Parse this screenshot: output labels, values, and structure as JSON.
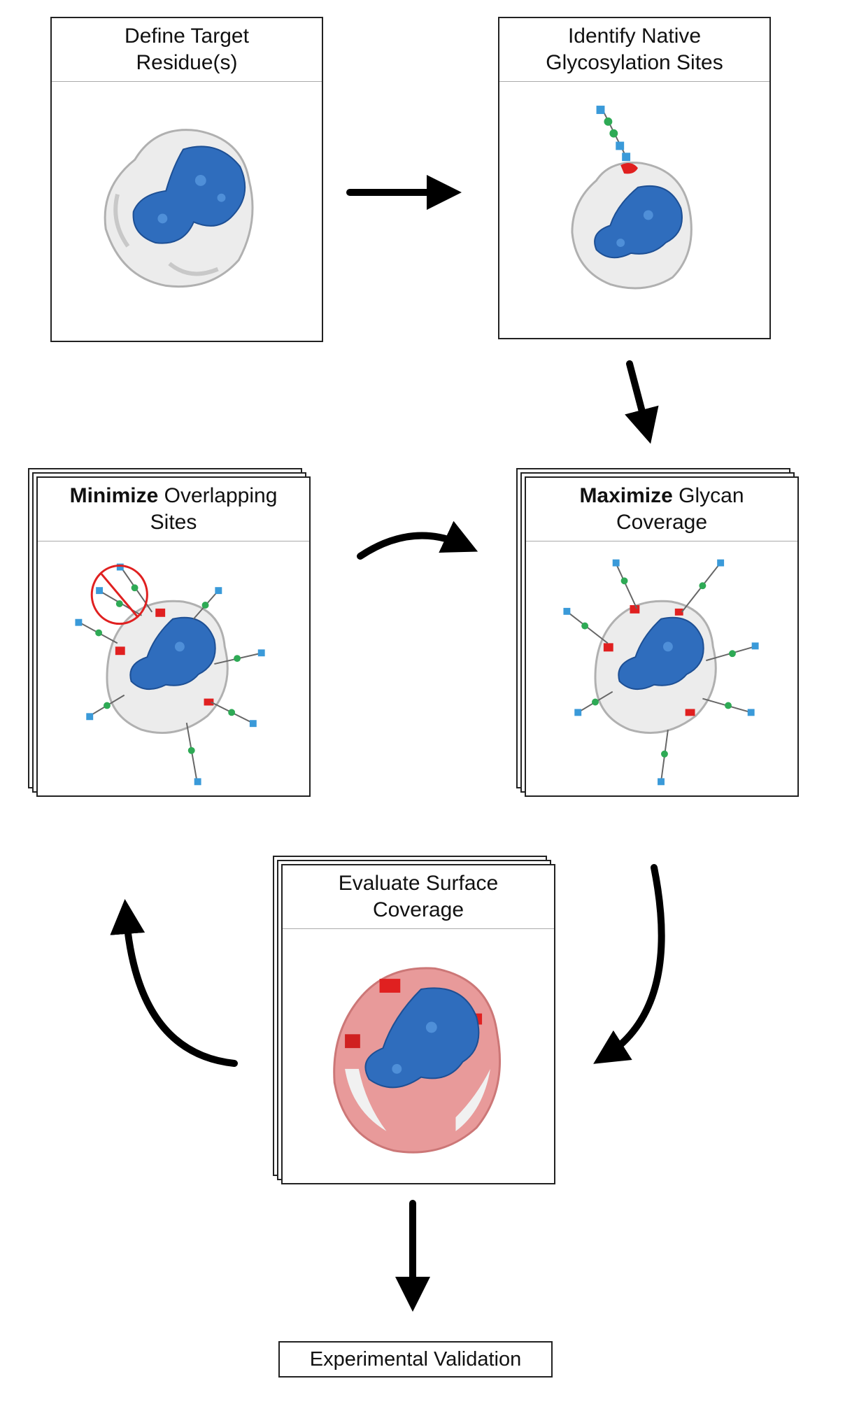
{
  "steps": [
    {
      "title": "Define Target Residue(s)"
    },
    {
      "title": "Identify Native Glycosylation Sites"
    },
    {
      "title_bold": "Minimize",
      "title_rest": " Overlapping Sites"
    },
    {
      "title_bold": "Maximize",
      "title_rest": " Glycan Coverage"
    },
    {
      "title": "Evaluate Surface Coverage"
    }
  ],
  "final_step": "Experimental Validation",
  "colors": {
    "target_patch": "#2f6dbd",
    "surface": "#eeeeee",
    "glycan_site": "#e02020",
    "glycan_sugar_blue": "#3a9ad9",
    "glycan_sugar_green": "#2eaa55",
    "coverage_pink": "#e89a9a",
    "exclusion_mark": "#e02020",
    "arrow": "#000000"
  },
  "icons": [
    "protein-surface-icon",
    "glycan-chain-icon",
    "no-overlap-icon",
    "flow-arrow-icon"
  ]
}
